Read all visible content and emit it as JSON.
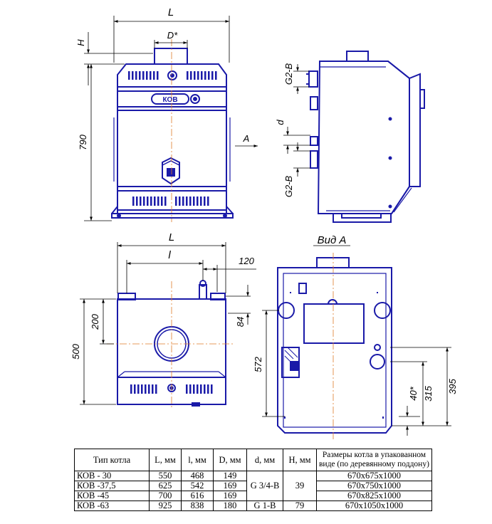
{
  "labels": {
    "L_top": "L",
    "H": "H",
    "D": "D*",
    "A_arrow": "A",
    "h790": "790",
    "g2b_top": "G2-B",
    "d_side": "d",
    "g2b_bottom": "G2-B",
    "L_plan": "L",
    "l_plan": "l",
    "d120": "120",
    "d200": "200",
    "d84": "84",
    "d500": "500",
    "vid_a": "Вид А",
    "d572": "572",
    "d395": "395",
    "d315": "315",
    "d40": "40*",
    "logo": "КОВ"
  },
  "table": {
    "headers": {
      "type": "Тип котла",
      "L": "L, мм",
      "l": "l, мм",
      "D": "D, мм",
      "d": "d, мм",
      "H": "H, мм",
      "pack_line1": "Размеры котла в упакованном",
      "pack_line2": "виде (по деревянному поддону)"
    },
    "rows": [
      {
        "type": "КОВ - 30",
        "L": "550",
        "l": "468",
        "D": "149",
        "pack": "670х675х1000"
      },
      {
        "type": "КОВ -37,5",
        "L": "625",
        "l": "542",
        "D": "169",
        "pack": "670х750х1000"
      },
      {
        "type": "КОВ -45",
        "L": "700",
        "l": "616",
        "D": "169",
        "pack": "670х825х1000"
      },
      {
        "type": "КОВ -63",
        "L": "925",
        "l": "838",
        "D": "180",
        "pack": "670х1050х1000"
      }
    ],
    "d_group1": "G 3/4-B",
    "H_group1": "39",
    "d_row4": "G 1-B",
    "H_row4": "79"
  },
  "colors": {
    "outline": "#1a1aa8",
    "centerline": "#e07b2a",
    "dimension": "#000000"
  }
}
